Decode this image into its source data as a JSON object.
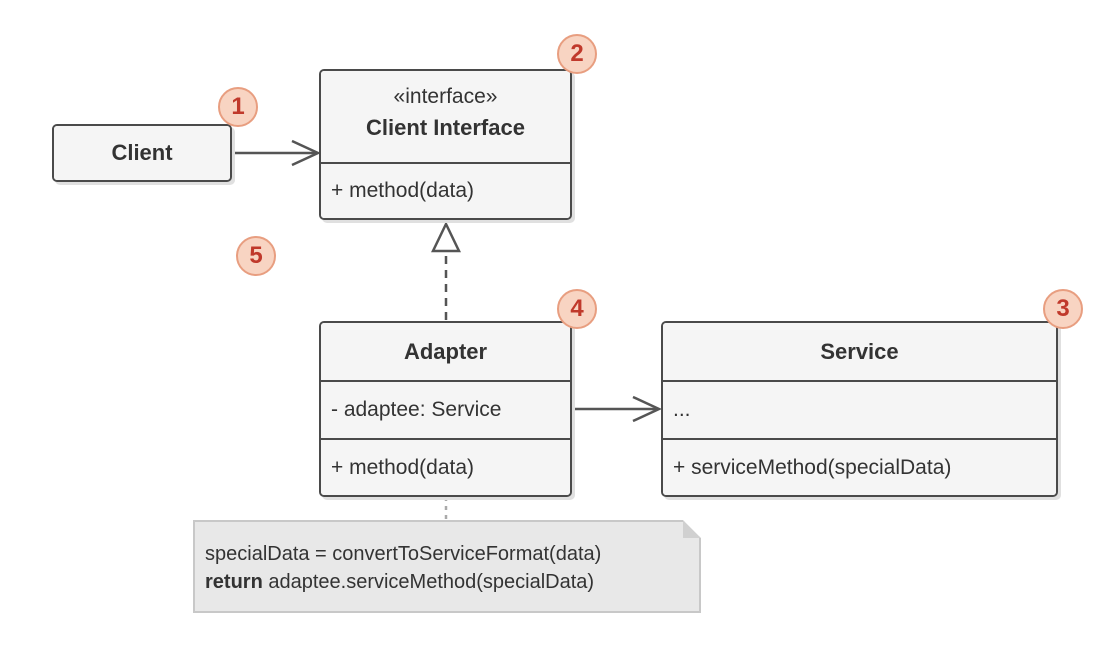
{
  "client": {
    "title": "Client"
  },
  "client_interface": {
    "stereotype": "«interface»",
    "title": "Client Interface",
    "method": "+ method(data)"
  },
  "adapter": {
    "title": "Adapter",
    "field": "- adaptee: Service",
    "method": "+ method(data)"
  },
  "service": {
    "title": "Service",
    "field": "...",
    "method": "+ serviceMethod(specialData)"
  },
  "note": {
    "line1": "specialData = convertToServiceFormat(data)",
    "line2_keyword": "return",
    "line2_rest": " adaptee.serviceMethod(specialData)"
  },
  "badges": {
    "b1": "1",
    "b2": "2",
    "b3": "3",
    "b4": "4",
    "b5": "5"
  },
  "colors": {
    "badge_fill": "#f8d4c2",
    "badge_text": "#c0392b",
    "box_fill": "#f5f5f5",
    "border": "#4a4a4a",
    "note_fill": "#e8e8e8"
  }
}
